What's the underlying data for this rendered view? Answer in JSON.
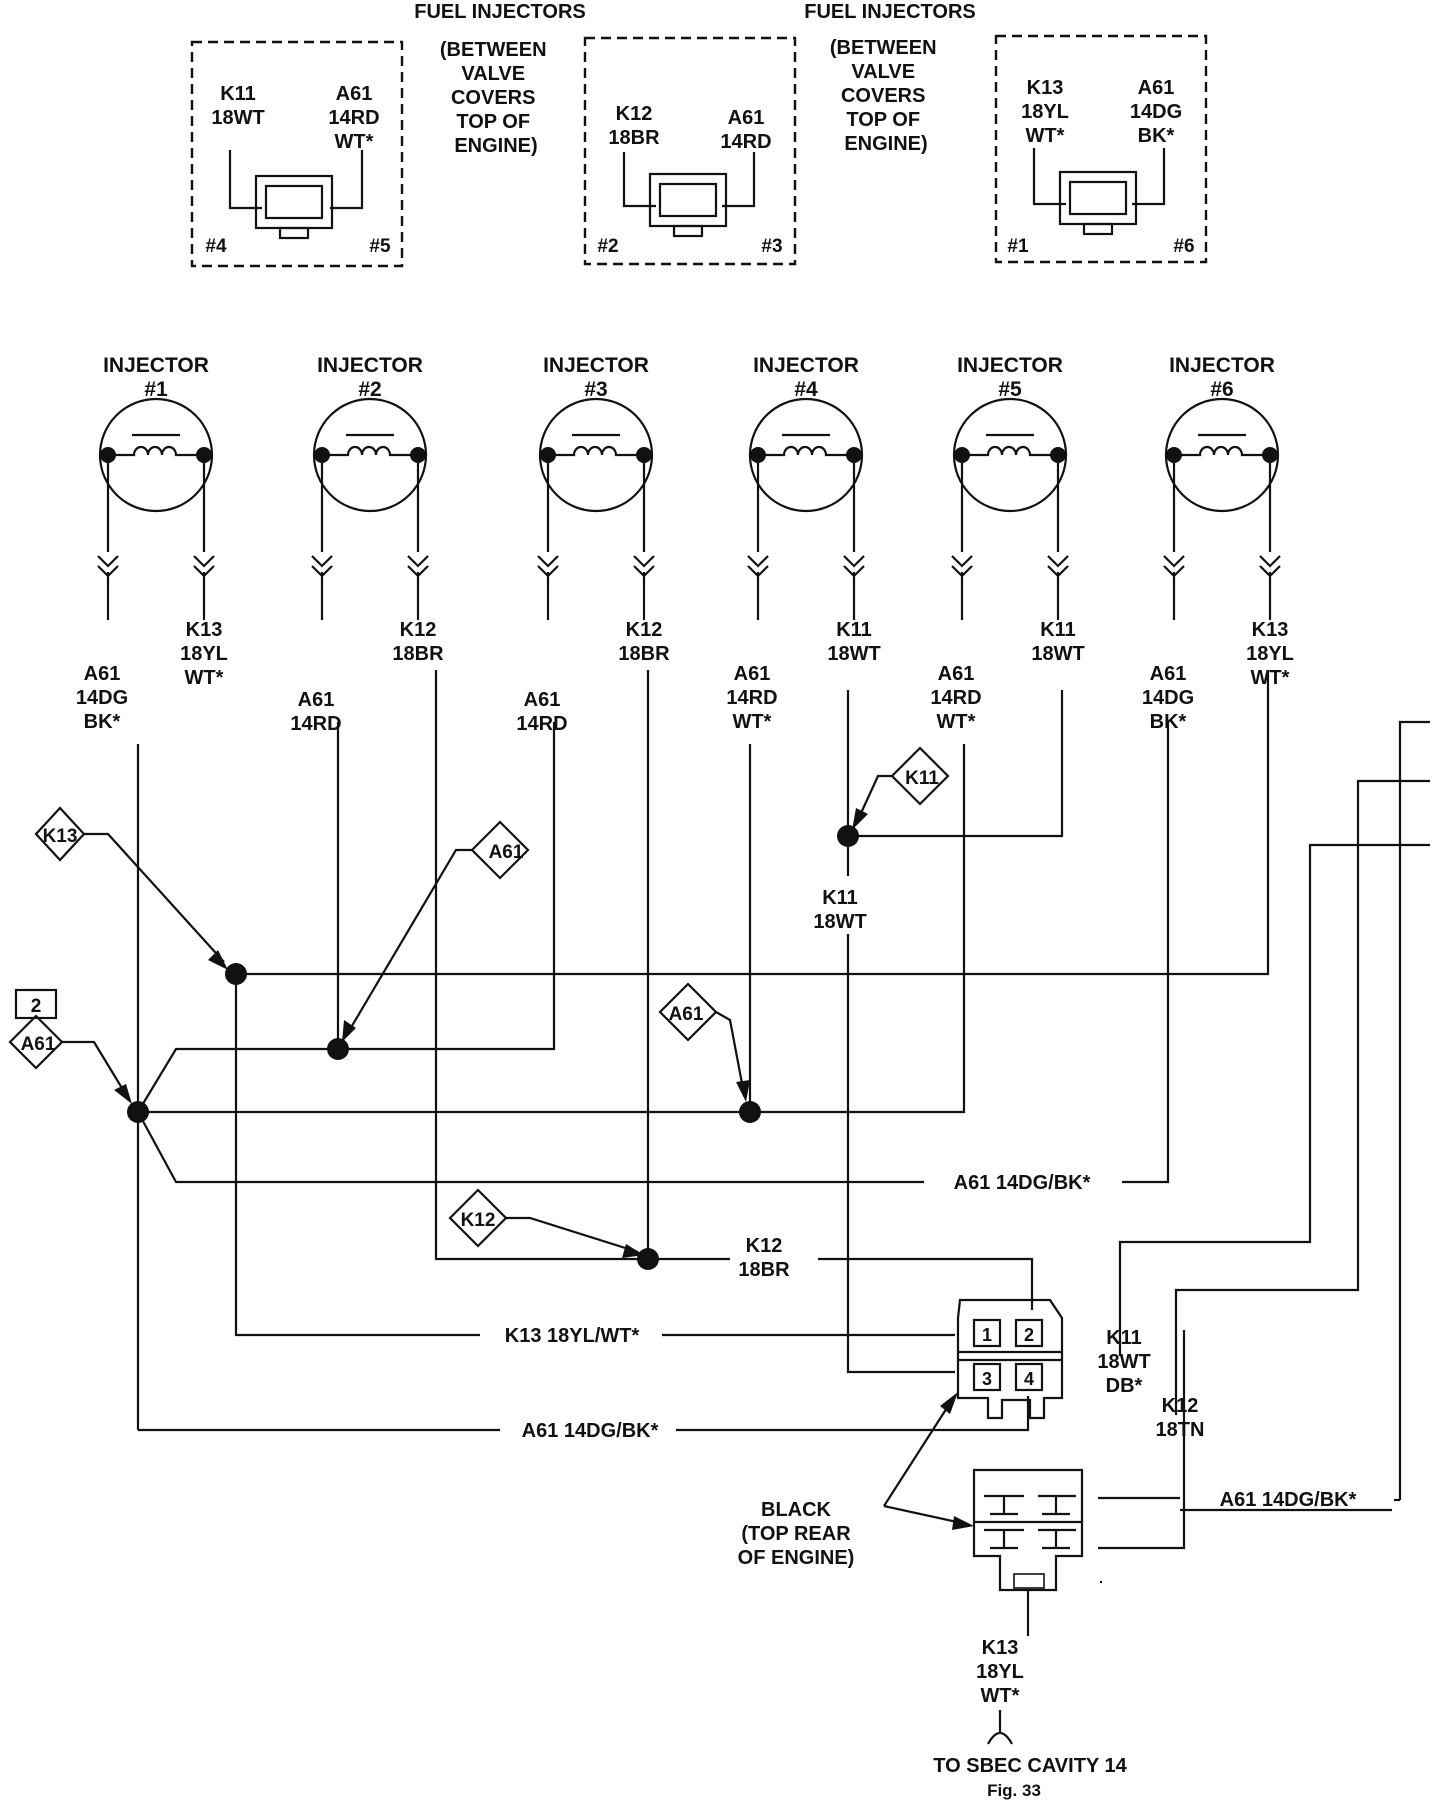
{
  "connectors": [
    {
      "title": "FUEL INJECTORS",
      "note": [
        "(BETWEEN",
        "VALVE",
        "COVERS",
        "TOP OF",
        "ENGINE)"
      ],
      "left": [
        "K11",
        "18WT"
      ],
      "right": [
        "A61",
        "14RD",
        "WT*"
      ],
      "pin_left": "#4",
      "pin_right": "#5"
    },
    {
      "left": [
        "K12",
        "18BR"
      ],
      "right": [
        "A61",
        "14RD"
      ],
      "pin_left": "#2",
      "pin_right": "#3"
    },
    {
      "title": "FUEL INJECTORS",
      "note": [
        "(BETWEEN",
        "VALVE",
        "COVERS",
        "TOP OF",
        "ENGINE)"
      ],
      "left": [
        "K13",
        "18YL",
        "WT*"
      ],
      "right": [
        "A61",
        "14DG",
        "BK*"
      ],
      "pin_left": "#1",
      "pin_right": "#6"
    }
  ],
  "injectors": [
    {
      "label": [
        "INJECTOR",
        "#1"
      ],
      "left": [
        "A61",
        "14DG",
        "BK*"
      ],
      "right": [
        "K13",
        "18YL",
        "WT*"
      ]
    },
    {
      "label": [
        "INJECTOR",
        "#2"
      ],
      "left": [
        "A61",
        "14RD"
      ],
      "right": [
        "K12",
        "18BR"
      ]
    },
    {
      "label": [
        "INJECTOR",
        "#3"
      ],
      "left": [
        "A61",
        "14RD"
      ],
      "right": [
        "K12",
        "18BR"
      ]
    },
    {
      "label": [
        "INJECTOR",
        "#4"
      ],
      "left": [
        "A61",
        "14RD",
        "WT*"
      ],
      "right": [
        "K11",
        "18WT"
      ]
    },
    {
      "label": [
        "INJECTOR",
        "#5"
      ],
      "left": [
        "A61",
        "14RD",
        "WT*"
      ],
      "right": [
        "K11",
        "18WT"
      ]
    },
    {
      "label": [
        "INJECTOR",
        "#6"
      ],
      "left": [
        "A61",
        "14DG",
        "BK*"
      ],
      "right": [
        "K13",
        "18YL",
        "WT*"
      ]
    }
  ],
  "splices": {
    "k13": "K13",
    "a61_top": "A61",
    "a61_left": "A61",
    "a61_left_num": "2",
    "a61_mid": "A61",
    "k11": "K11",
    "k12": "K12"
  },
  "wire_labels": {
    "k11_splice": [
      "K11",
      "18WT"
    ],
    "a61_dg_bk": "A61  14DG/BK*",
    "k12_br": [
      "K12",
      "18BR"
    ],
    "k13_yl_wt": "K13  18YL/WT*",
    "a61_dg_bk_2": "A61  14DG/BK*",
    "k11_wt_db": [
      "K11",
      "18WT",
      "DB*"
    ],
    "k12_tn": [
      "K12",
      "18TN"
    ],
    "a61_dg_bk_3": "A61  14DG/BK*",
    "k13_bottom": [
      "K13",
      "18YL",
      "WT*"
    ]
  },
  "connector_pins": [
    "1",
    "2",
    "3",
    "4"
  ],
  "black_note": [
    "BLACK",
    "(TOP REAR",
    "OF ENGINE)"
  ],
  "footer": {
    "destination": "TO SBEC CAVITY 14",
    "figure": "Fig. 33"
  }
}
